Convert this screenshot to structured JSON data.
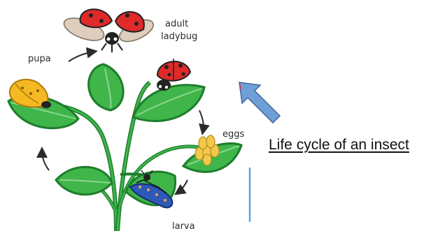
{
  "labels": {
    "adult": "adult\nladybug",
    "pupa": "pupa",
    "eggs": "eggs",
    "larva": "larva"
  },
  "caption": "Life cycle of an insect",
  "colors": {
    "leaf": "#3fb54a",
    "leaf_dark": "#1e7d2c",
    "ladybug_red": "#e02a2a",
    "pupa_yellow": "#f4b922",
    "egg_yellow": "#f2c94c",
    "larva_blue": "#2d59b8",
    "pointer_arrow": "#6f9fd8",
    "divider_line": "#5aa8e6"
  },
  "icons": {
    "cycle_arrow": "cycle-arrow-icon",
    "pointer_arrow": "block-arrow-icon"
  }
}
